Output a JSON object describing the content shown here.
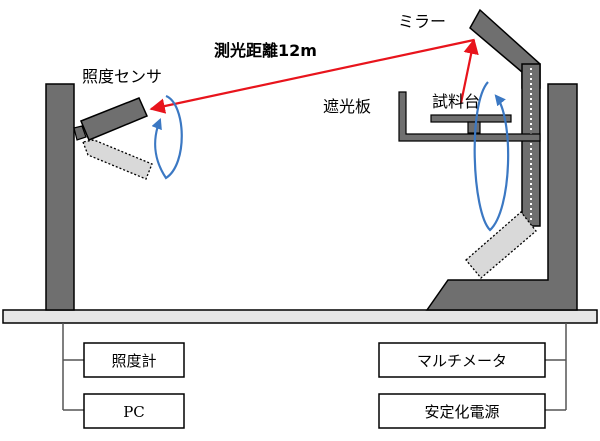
{
  "labels": {
    "mirror": "ミラー",
    "distance": "測光距離12m",
    "illuminance_sensor": "照度センサ",
    "shield_plate": "遮光板",
    "sample_stage": "試料台"
  },
  "boxes": {
    "illuminometer": "照度計",
    "pc": "PC",
    "multimeter": "マルチメータ",
    "stabilized_power": "安定化電源"
  },
  "colors": {
    "frame_gray": "#6f6f6f",
    "base_fill": "#e6e6e6",
    "light_ray": "#e8141c",
    "rotation_arrow": "#3b78c3",
    "dashed_fill": "#d9d9d9"
  }
}
